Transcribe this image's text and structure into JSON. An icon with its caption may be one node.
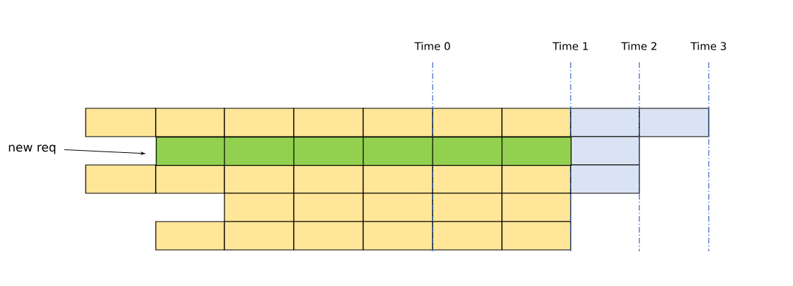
{
  "diagram": {
    "nodes": [
      {
        "text": [
          "new req"
        ]
      },
      {
        "text": [],
        "shape": "bar"
      }
    ],
    "edges": [
      {
        "from": 0,
        "to": 1,
        "arrow": "to"
      }
    ],
    "labels": [
      "Time 0",
      "Time 1",
      "Time 2",
      "Time 3"
    ]
  }
}
